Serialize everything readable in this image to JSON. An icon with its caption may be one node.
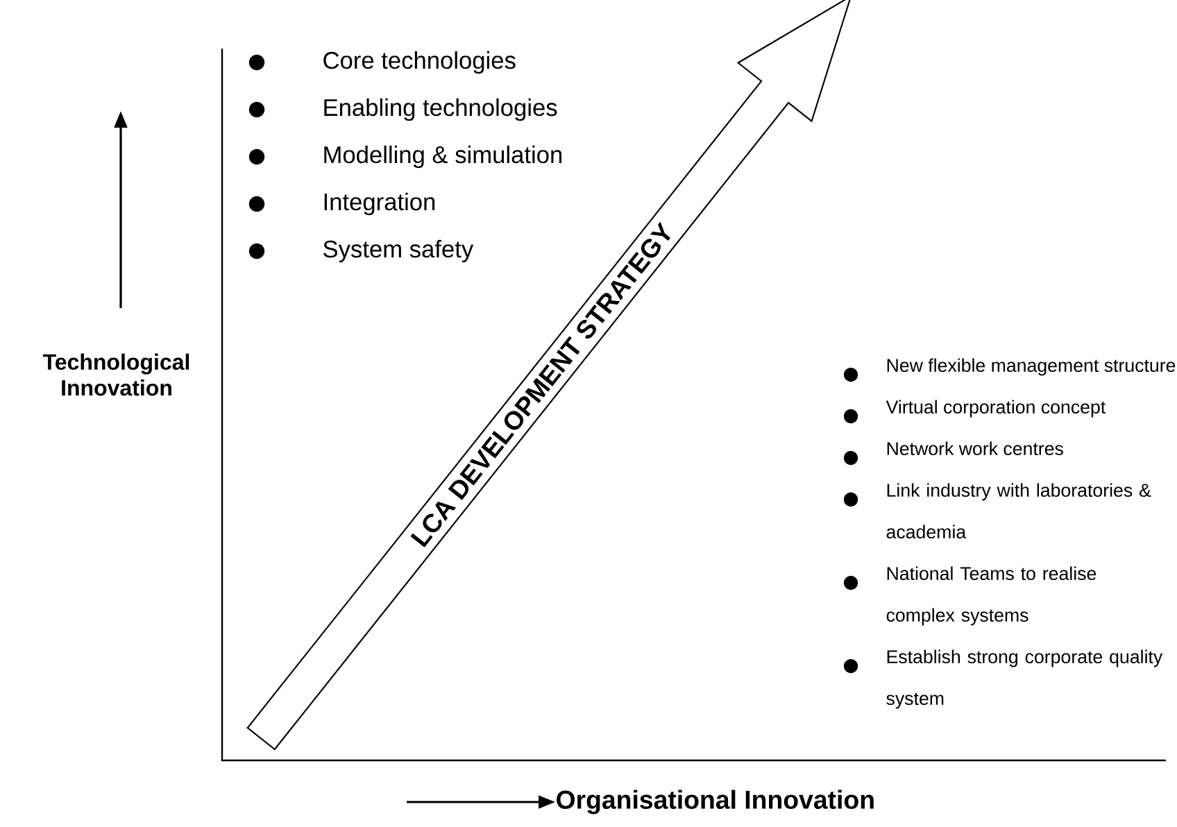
{
  "diagram": {
    "nodes": [
      {
        "text": [
          "LCA DEVELOPMENT STRATEGY"
        ]
      }
    ],
    "labels": [
      "Core technologies",
      "Enabling technologies",
      "Modelling & simulation",
      "Integration",
      "System safety",
      "Technological Innovation",
      "New flexible management structure",
      "Virtual corporation concept",
      "Network work centres",
      "Link industry with laboratories & academia",
      "National Teams to realise complex systems",
      "Establish strong corporate quality system",
      "Organisational Innovation"
    ]
  }
}
